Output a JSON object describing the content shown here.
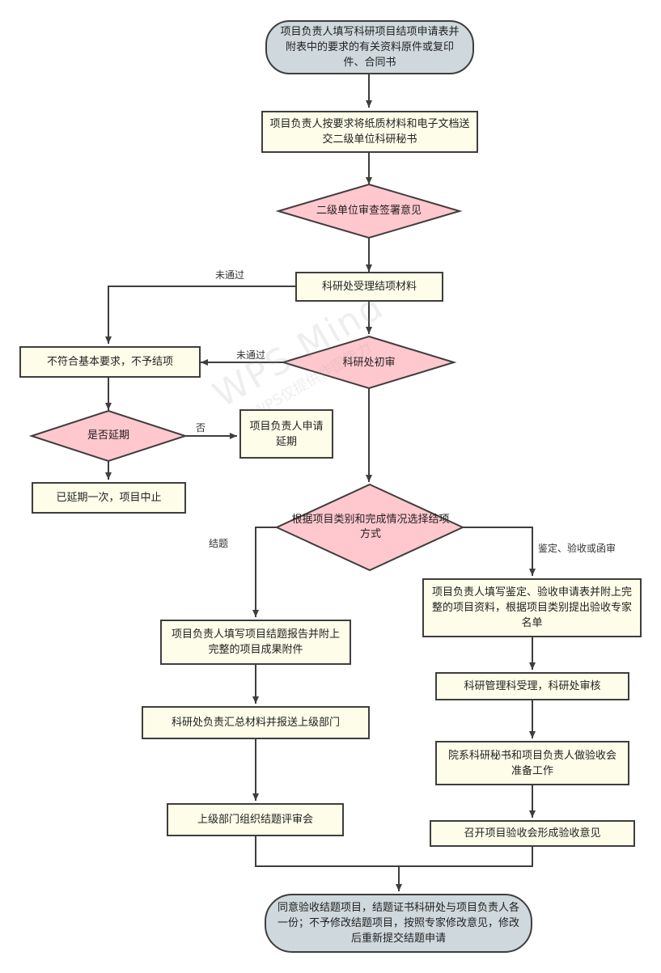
{
  "nodes": {
    "start": "项目负责人填写科研项目结项申请表并附表中的要求的有关资料原件或复印件、合同书",
    "submit": "项目负责人按要求将纸质材料和电子文档送交二级单位科研秘书",
    "dept_review": "二级单位审查签署意见",
    "accept": "科研处受理结项材料",
    "initial_review": "科研处初审",
    "not_meet": "不符合基本要求，不予结项",
    "extended_q": "是否延期",
    "apply_extension": "项目负责人申请延期",
    "terminated": "已延期一次，项目中止",
    "choose_method": "根据项目类别和完成情况选择结项方式",
    "left_report": "项目负责人填写项目结题报告并附上完整的项目成果附件",
    "left_summary": "科研处负责汇总材料并报送上级部门",
    "left_review": "上级部门组织结题评审会",
    "right_apply": "项目负责人填写鉴定、验收申请表并附上完整的项目资料，根据项目类别提出验收专家名单",
    "right_accept": "科研管理科受理，科研处审核",
    "right_prepare": "院系科研秘书和项目负责人做验收会准备工作",
    "right_meeting": "召开项目验收会形成验收意见",
    "end": "同意验收结题项目，结题证书科研处与项目负责人各一份；不予修改结题项目，按照专家修改意见，修改后重新提交结题申请"
  },
  "edge_labels": {
    "accept_not_passed": "未通过",
    "initial_not_passed": "未通过",
    "no": "否",
    "conclude": "结题",
    "appraise": "鉴定、验收或函审"
  },
  "watermark": {
    "main": "WPS Mind",
    "sub": "WPS仅提供作图能力"
  },
  "colors": {
    "process_fill": "#fdfde9",
    "terminal_fill": "#cfd8dc",
    "decision_fill": "#ffc7ce",
    "stroke": "#3e3e3e"
  }
}
